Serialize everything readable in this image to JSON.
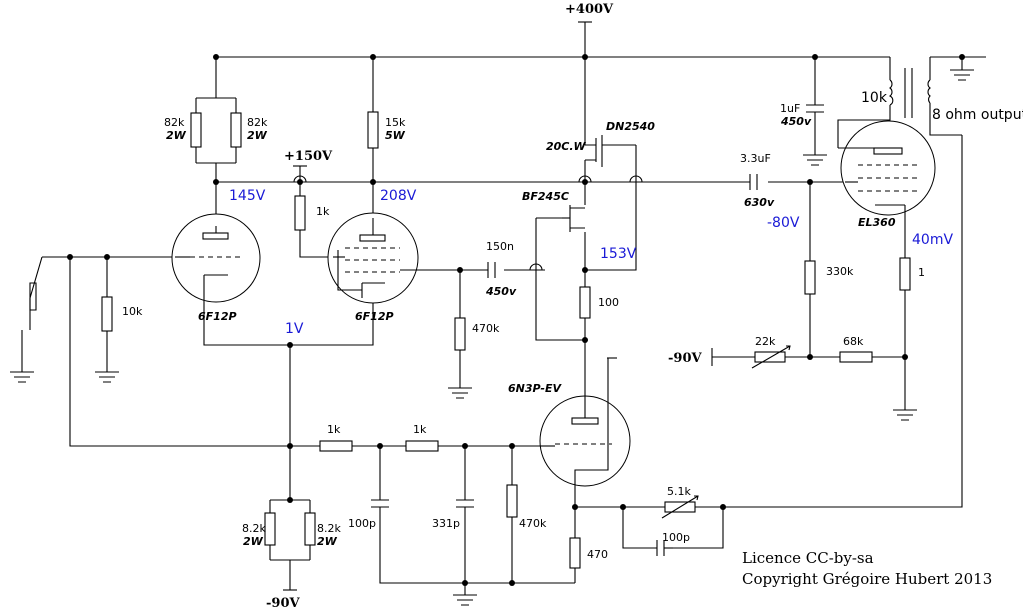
{
  "rails": {
    "v400": "+400V",
    "v150": "+150V",
    "vneg90_left": "-90V",
    "vneg90_bottom": "-90V"
  },
  "tubes": {
    "v1": "6F12P",
    "v2": "6F12P",
    "v3": "6N3P-EV",
    "output": "EL360"
  },
  "transistors": {
    "mosfet": "DN2540",
    "jfet": "BF245C",
    "diode": "20C.W"
  },
  "resistors": {
    "r82k_a": "82k",
    "r82k_a_w": "2W",
    "r82k_b": "82k",
    "r82k_b_w": "2W",
    "r15k": "15k",
    "r15k_w": "5W",
    "r1k_g2": "1k",
    "r10k": "10k",
    "r470k_grid": "470k",
    "r100": "100",
    "r330k": "330k",
    "r1_cathode": "1",
    "r68k": "68k",
    "r22k_pot": "22k",
    "r1k_a": "1k",
    "r1k_b": "1k",
    "r470k_fb": "470k",
    "r470": "470",
    "r5k1_pot": "5.1k",
    "r82k_2w_a": "8.2k",
    "r82k_2w_a_w": "2W",
    "r82k_2w_b": "8.2k",
    "r82k_2w_b_w": "2W"
  },
  "capacitors": {
    "c150n": "150n",
    "c150n_v": "450v",
    "c33u": "3.3uF",
    "c33u_v": "630v",
    "c1u": "1uF",
    "c1u_v": "450v",
    "c100p_a": "100p",
    "c331p": "331p",
    "c100p_b": "100p"
  },
  "voltages": {
    "v145": "145V",
    "v208": "208V",
    "v1": "1V",
    "v153": "153V",
    "vneg80": "-80V",
    "v40m": "40mV"
  },
  "transformer": {
    "primary": "10k",
    "secondary": "8 ohm output"
  },
  "license": {
    "line1": "Licence CC-by-sa",
    "line2": "Copyright Grégoire Hubert 2013"
  }
}
